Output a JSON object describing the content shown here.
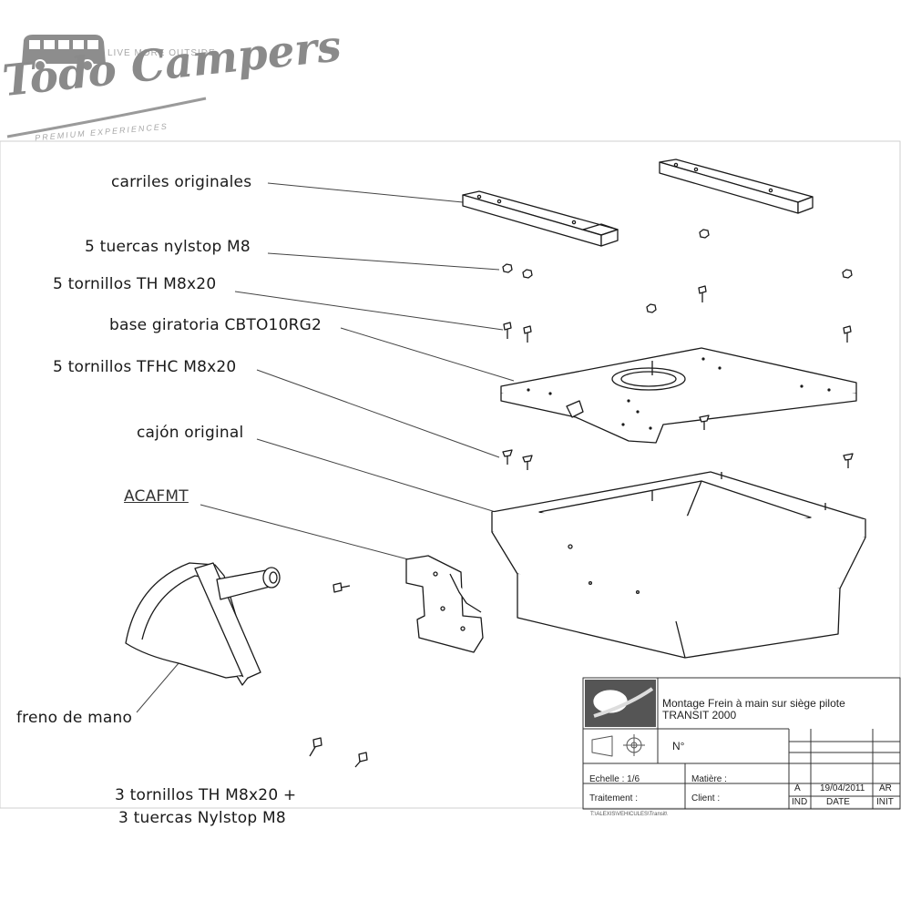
{
  "logo": {
    "name": "Todo Campers",
    "tagline_top": "LIVE MORE OUTSIDE",
    "tagline_bottom": "PREMIUM EXPERIENCES"
  },
  "labels": {
    "rails": "carriles originales",
    "nuts": "5 tuercas nylstop M8",
    "th_screws": "5 tornillos TH M8x20",
    "swivel_base": "base giratoria CBTO10RG2",
    "tfhc_screws": "5 tornillos TFHC M8x20",
    "seat_box": "cajón original",
    "acafmt": "ACAFMT",
    "handbrake": "freno de mano",
    "kit_line1": "3 tornillos TH M8x20 +",
    "kit_line2": "3 tuercas Nylstop M8"
  },
  "title_block": {
    "title_line1": "Montage Frein à main sur siège pilote",
    "title_line2": "TRANSIT 2000",
    "number_label": "N°",
    "scale": "Echelle : 1/6",
    "material": "Matière :",
    "treatment": "Traitement :",
    "client": "Client :",
    "revision": "A",
    "date": "19/04/2011",
    "initials": "AR",
    "ind_header": "IND",
    "date_header": "DATE",
    "init_header": "INIT",
    "path": "T:\\ALEXIS\\VEHICULES\\Transit\\"
  }
}
